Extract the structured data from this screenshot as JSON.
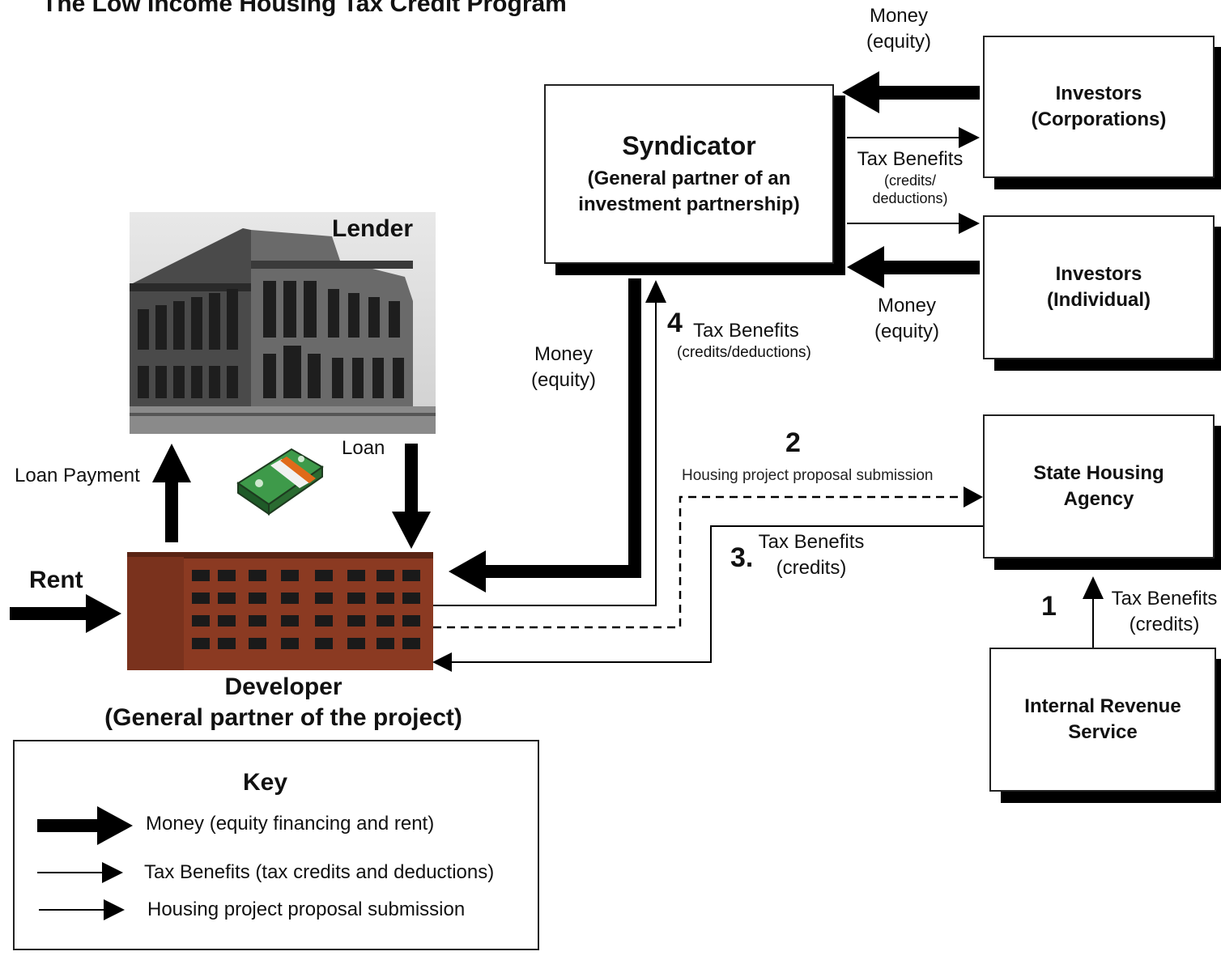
{
  "title": "The Low Income Housing Tax Credit Program",
  "nodes": {
    "syndicator": {
      "name": "Syndicator",
      "subtitle_line1": "(General partner of an",
      "subtitle_line2": "investment partnership)"
    },
    "investors_corp": {
      "line1": "Investors",
      "line2": "(Corporations)"
    },
    "investors_ind": {
      "line1": "Investors",
      "line2": "(Individual)"
    },
    "state_agency": {
      "line1": "State Housing",
      "line2": "Agency"
    },
    "irs": {
      "line1": "Internal Revenue",
      "line2": "Service"
    },
    "lender": {
      "label": "Lender"
    },
    "developer": {
      "line1": "Developer",
      "line2": "(General partner of the project)"
    }
  },
  "flows": {
    "money_corp": {
      "line1": "Money",
      "line2": "(equity)"
    },
    "tax_to_investors": {
      "line1": "Tax Benefits",
      "line2": "(credits/",
      "line3": "deductions)"
    },
    "money_ind": {
      "line1": "Money",
      "line2": "(equity)"
    },
    "money_dev": {
      "line1": "Money",
      "line2": "(equity)"
    },
    "step4": {
      "number": "4",
      "line1": "Tax Benefits",
      "line2": "(credits/deductions)"
    },
    "step2": {
      "number": "2",
      "label": "Housing project proposal submission"
    },
    "step3": {
      "number": "3.",
      "line1": "Tax Benefits",
      "line2": "(credits)"
    },
    "step1": {
      "number": "1",
      "line1": "Tax Benefits",
      "line2": "(credits)"
    },
    "loan": "Loan",
    "loan_payment": "Loan Payment",
    "rent": "Rent"
  },
  "key": {
    "title": "Key",
    "items": [
      {
        "label": "Money (equity financing and rent)",
        "style": "thick"
      },
      {
        "label": "Tax Benefits (tax credits and deductions)",
        "style": "thin"
      },
      {
        "label": "Housing project proposal submission",
        "style": "thin"
      }
    ]
  },
  "colors": {
    "brick": "#8b3a22",
    "ink": "#000000",
    "cash_green": "#2f7a3a"
  }
}
